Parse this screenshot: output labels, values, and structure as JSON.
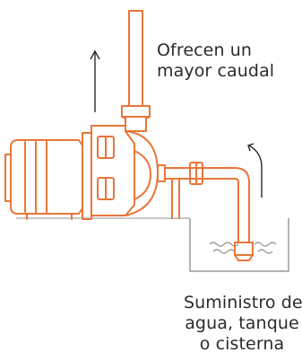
{
  "labels": {
    "output": {
      "lines": [
        "Ofrecen un",
        "mayor caudal"
      ]
    },
    "supply": {
      "lines": [
        "Suministro de",
        "agua, tanque",
        "o cisterna"
      ]
    }
  },
  "colors": {
    "pump_stroke": "#e8763a",
    "ground_line": "#bbbbbb",
    "text": "#2b2b2b",
    "arrow": "#2b2b2b",
    "water_line": "#999999"
  },
  "icons": [
    "up-arrow-icon",
    "curved-arrow-icon",
    "centrifugal-pump-illustration",
    "water-tank-illustration"
  ]
}
